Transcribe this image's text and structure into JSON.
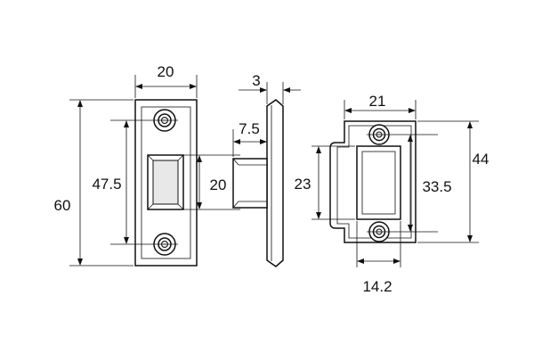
{
  "front_plate": {
    "width": "20",
    "height": "60",
    "hole_spacing": "47.5",
    "latch_height": "20"
  },
  "side_view": {
    "plate_thickness": "3",
    "latch_projection": "7.5"
  },
  "strike_plate": {
    "width": "21",
    "height": "44",
    "hole_spacing": "33.5",
    "opening_height": "23",
    "opening_width": "14.2"
  }
}
